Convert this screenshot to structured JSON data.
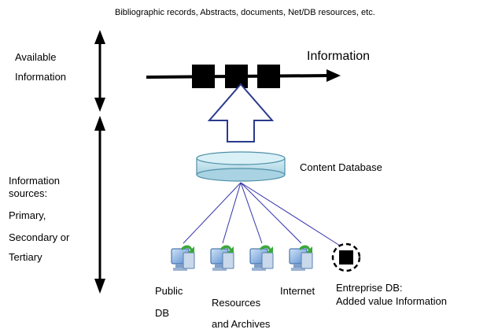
{
  "header_text": "Bibliographic records, Abstracts, documents, Net/DB resources, etc.",
  "left_labels": {
    "available_line1": "Available",
    "available_line2": "Information",
    "sources_line1": "Information",
    "sources_line2": "sources:",
    "sources_line3": "Primary,",
    "sources_line4": "Secondary or",
    "sources_line5": "Tertiary"
  },
  "information_label": "Information",
  "content_db_label": "Content Database",
  "sources": {
    "public_line1": "Public",
    "public_line2": "DB",
    "resources_line1": "Resources",
    "resources_line2": "and Archives",
    "internet": "Internet",
    "enterprise_line1": "Entreprise DB:",
    "enterprise_line2": "Added value Information"
  },
  "icons": {
    "computer": "computer-network-icon",
    "enterprise": "black-square-dashed-circle-icon"
  },
  "colors": {
    "db_fill": "#b7dde8",
    "db_stroke": "#4f8fa8",
    "connector": "#3333aa",
    "arrow_outline": "#2a3a8c",
    "monitor_blue": "#4a7fc1",
    "monitor_green": "#3aa83a"
  }
}
